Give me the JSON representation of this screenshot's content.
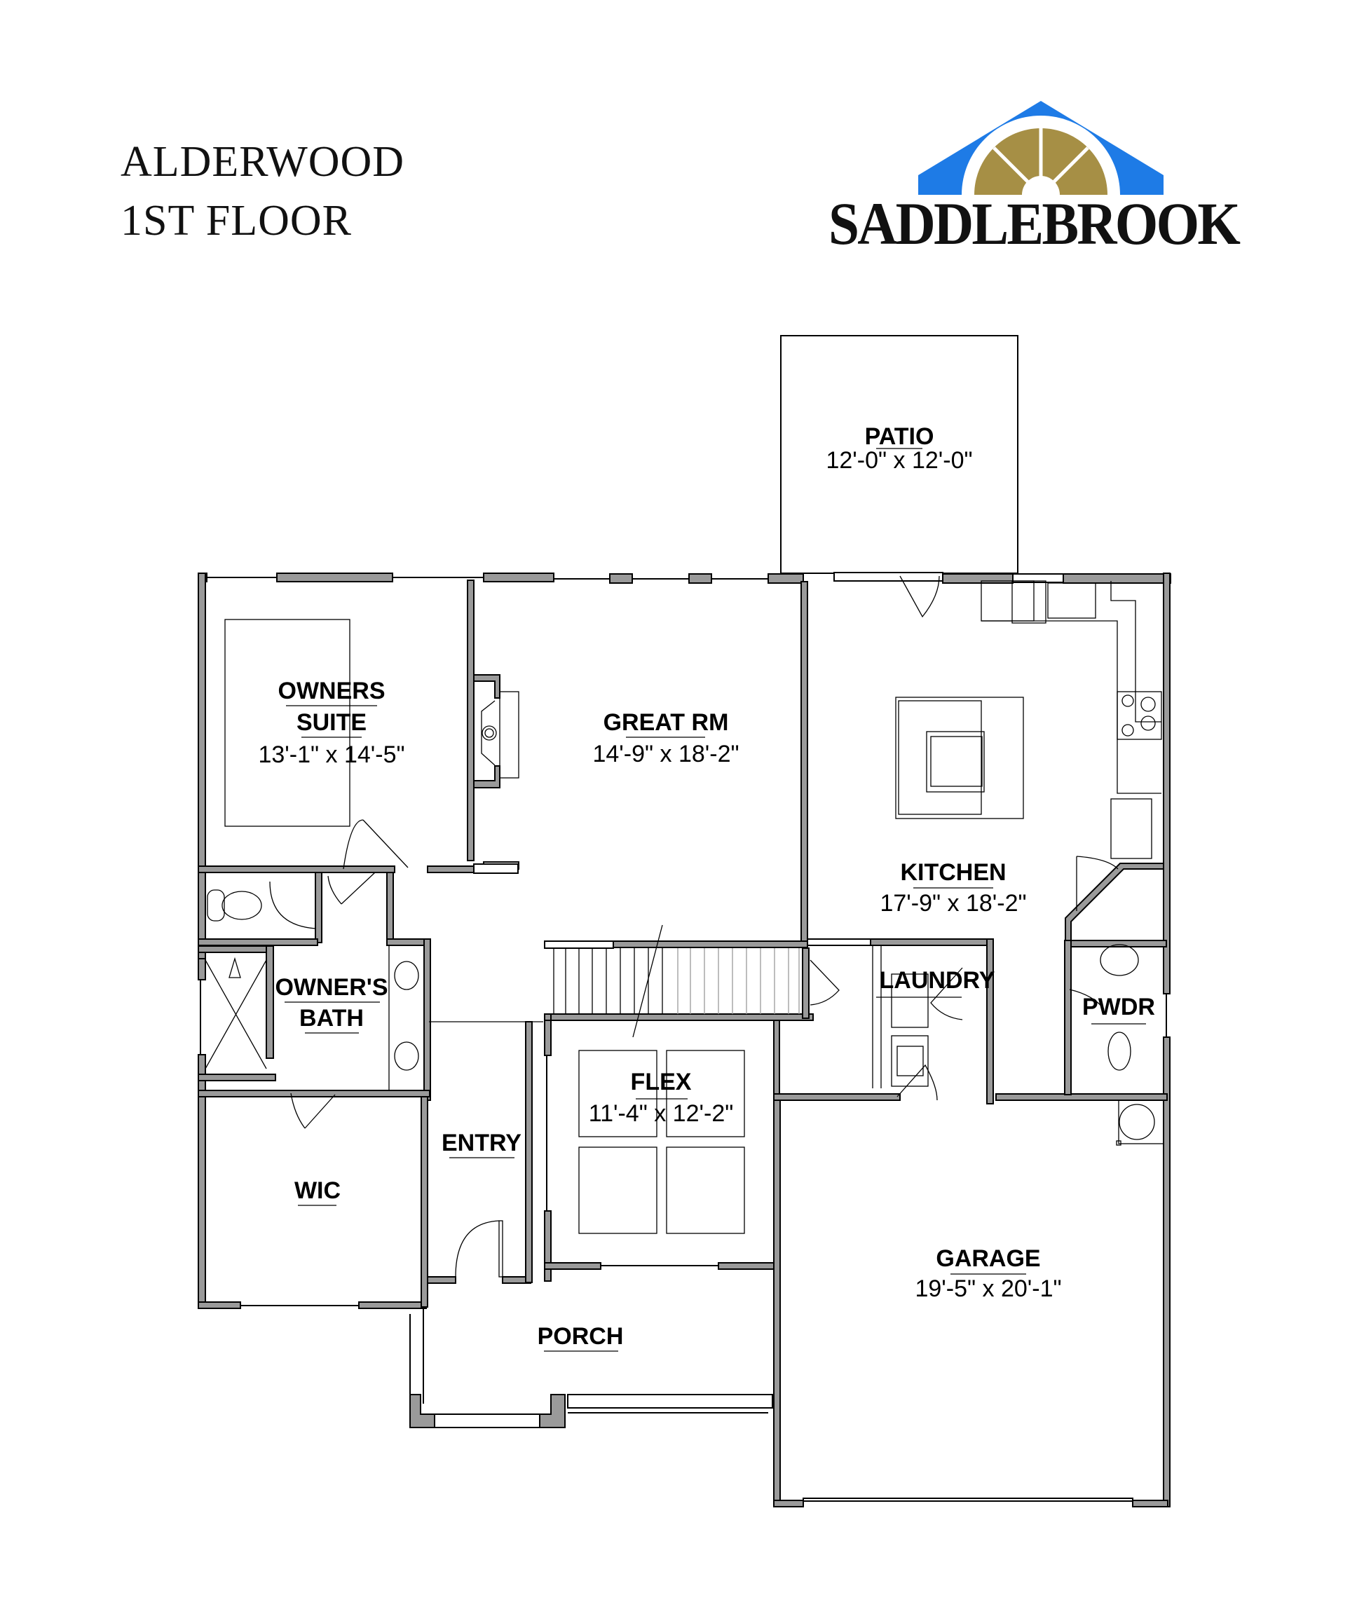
{
  "header": {
    "plan_name": "ALDERWOOD",
    "floor": "1ST FLOOR"
  },
  "brand": {
    "name": "SADDLEBROOK",
    "logo_colors": {
      "roof": "#1e7be6",
      "window": "#a68f45"
    }
  },
  "colors": {
    "wall": "#9a9a9a",
    "line": "#000000",
    "background": "#ffffff"
  },
  "rooms": {
    "patio": {
      "name": "PATIO",
      "dims": "12'-0\" x 12'-0\""
    },
    "owners_suite": {
      "name_line1": "OWNERS",
      "name_line2": "SUITE",
      "dims": "13'-1\" x 14'-5\""
    },
    "great_rm": {
      "name": "GREAT RM",
      "dims": "14'-9\" x 18'-2\""
    },
    "kitchen": {
      "name": "KITCHEN",
      "dims": "17'-9\" x 18'-2\""
    },
    "owners_bath": {
      "name_line1": "OWNER'S",
      "name_line2": "BATH"
    },
    "laundry": {
      "name": "LAUNDRY"
    },
    "pwdr": {
      "name": "PWDR"
    },
    "flex": {
      "name": "FLEX",
      "dims": "11'-4\" x 12'-2\""
    },
    "entry": {
      "name": "ENTRY"
    },
    "wic": {
      "name": "WIC"
    },
    "porch": {
      "name": "PORCH"
    },
    "garage": {
      "name": "GARAGE",
      "dims": "19'-5\" x 20'-1\""
    }
  }
}
